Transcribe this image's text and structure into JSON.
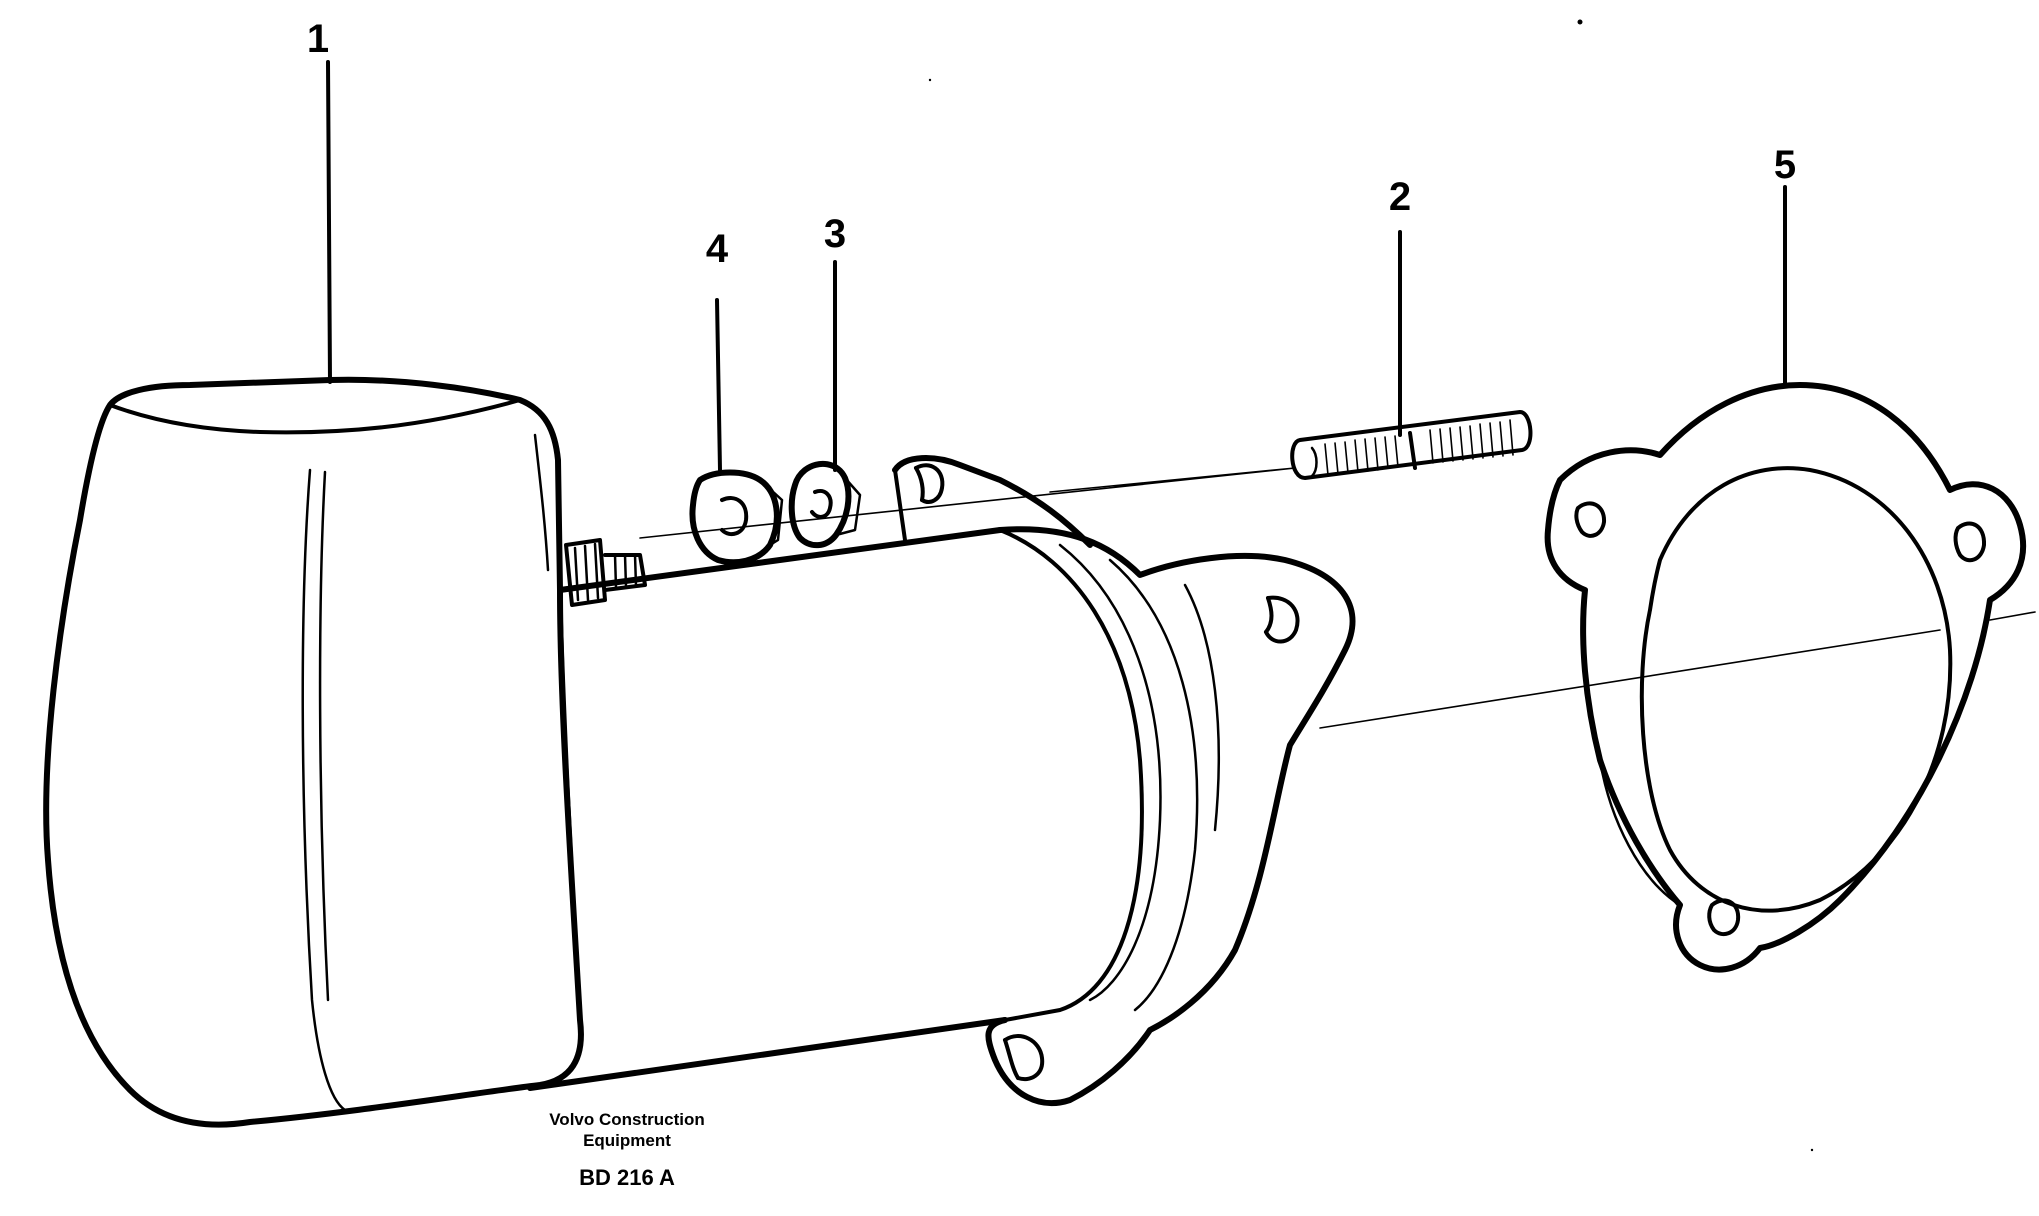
{
  "callouts": [
    {
      "id": "1",
      "label": "1"
    },
    {
      "id": "2",
      "label": "2"
    },
    {
      "id": "3",
      "label": "3"
    },
    {
      "id": "4",
      "label": "4"
    },
    {
      "id": "5",
      "label": "5"
    }
  ],
  "caption": {
    "line1": "Volvo Construction",
    "line2": "Equipment",
    "code": "BD 216 A"
  },
  "colors": {
    "ink": "#000000",
    "paper": "#ffffff"
  }
}
